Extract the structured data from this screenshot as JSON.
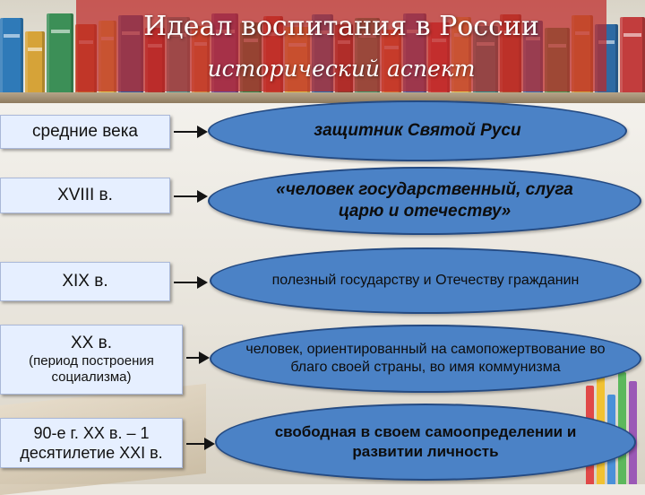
{
  "title": "Идеал воспитания в России",
  "subtitle": "исторический аспект",
  "rows": [
    {
      "period": "средние века",
      "period_sub": "",
      "ideal": "защитник Святой Руси"
    },
    {
      "period": "XVIII в.",
      "period_sub": "",
      "ideal": "«человек государственный, слуга царю и отечеству»"
    },
    {
      "period": "XIX в.",
      "period_sub": "",
      "ideal": "полезный государству и Отечеству гражданин"
    },
    {
      "period": "XX в.",
      "period_sub": "(период построения социализма)",
      "ideal": "человек, ориентированный на самопожертвование во благо своей страны, во имя коммунизма"
    },
    {
      "period": "90-е г. XX в. – 1 десятилетие XXI в.",
      "period_sub": "",
      "ideal": "свободная в своем самоопределении и развитии личность"
    }
  ],
  "colors": {
    "title_band": "#be2828",
    "ellipse_fill": "#4b82c6",
    "ellipse_border": "#244a82",
    "period_box": "#e6efff"
  }
}
